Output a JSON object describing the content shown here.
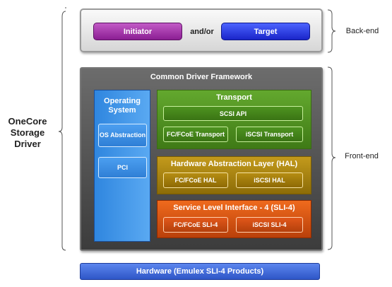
{
  "diagram": {
    "backend": {
      "initiator": "Initiator",
      "connector": "and/or",
      "target": "Target",
      "label": "Back-end"
    },
    "frontend": {
      "label": "Front-end",
      "framework_title": "Common Driver Framework",
      "os": {
        "title": "Operating System",
        "abstraction": "OS Abstraction",
        "pci": "PCI"
      },
      "transport": {
        "title": "Transport",
        "scsi_api": "SCSI API",
        "fc_fcoe": "FC/FCoE Transport",
        "iscsi": "iSCSI Transport"
      },
      "hal": {
        "title": "Hardware Abstraction Layer (HAL)",
        "fc_fcoe": "FC/FCoE HAL",
        "iscsi": "iSCSI HAL"
      },
      "sli": {
        "title": "Service Level Interface - 4 (SLI-4)",
        "fc_fcoe": "FC/FCoE SLI-4",
        "iscsi": "iSCSI SLI-4"
      }
    },
    "hardware": "Hardware (Emulex SLI-4 Products)",
    "driver_label": "OneCore Storage Driver"
  },
  "colors": {
    "initiator": "#8b1e93",
    "target": "#1a25c9",
    "os": "#2f86df",
    "transport": "#3f7a16",
    "hal": "#8c6c07",
    "sli": "#b9400a",
    "hardware": "#2e56c7"
  }
}
